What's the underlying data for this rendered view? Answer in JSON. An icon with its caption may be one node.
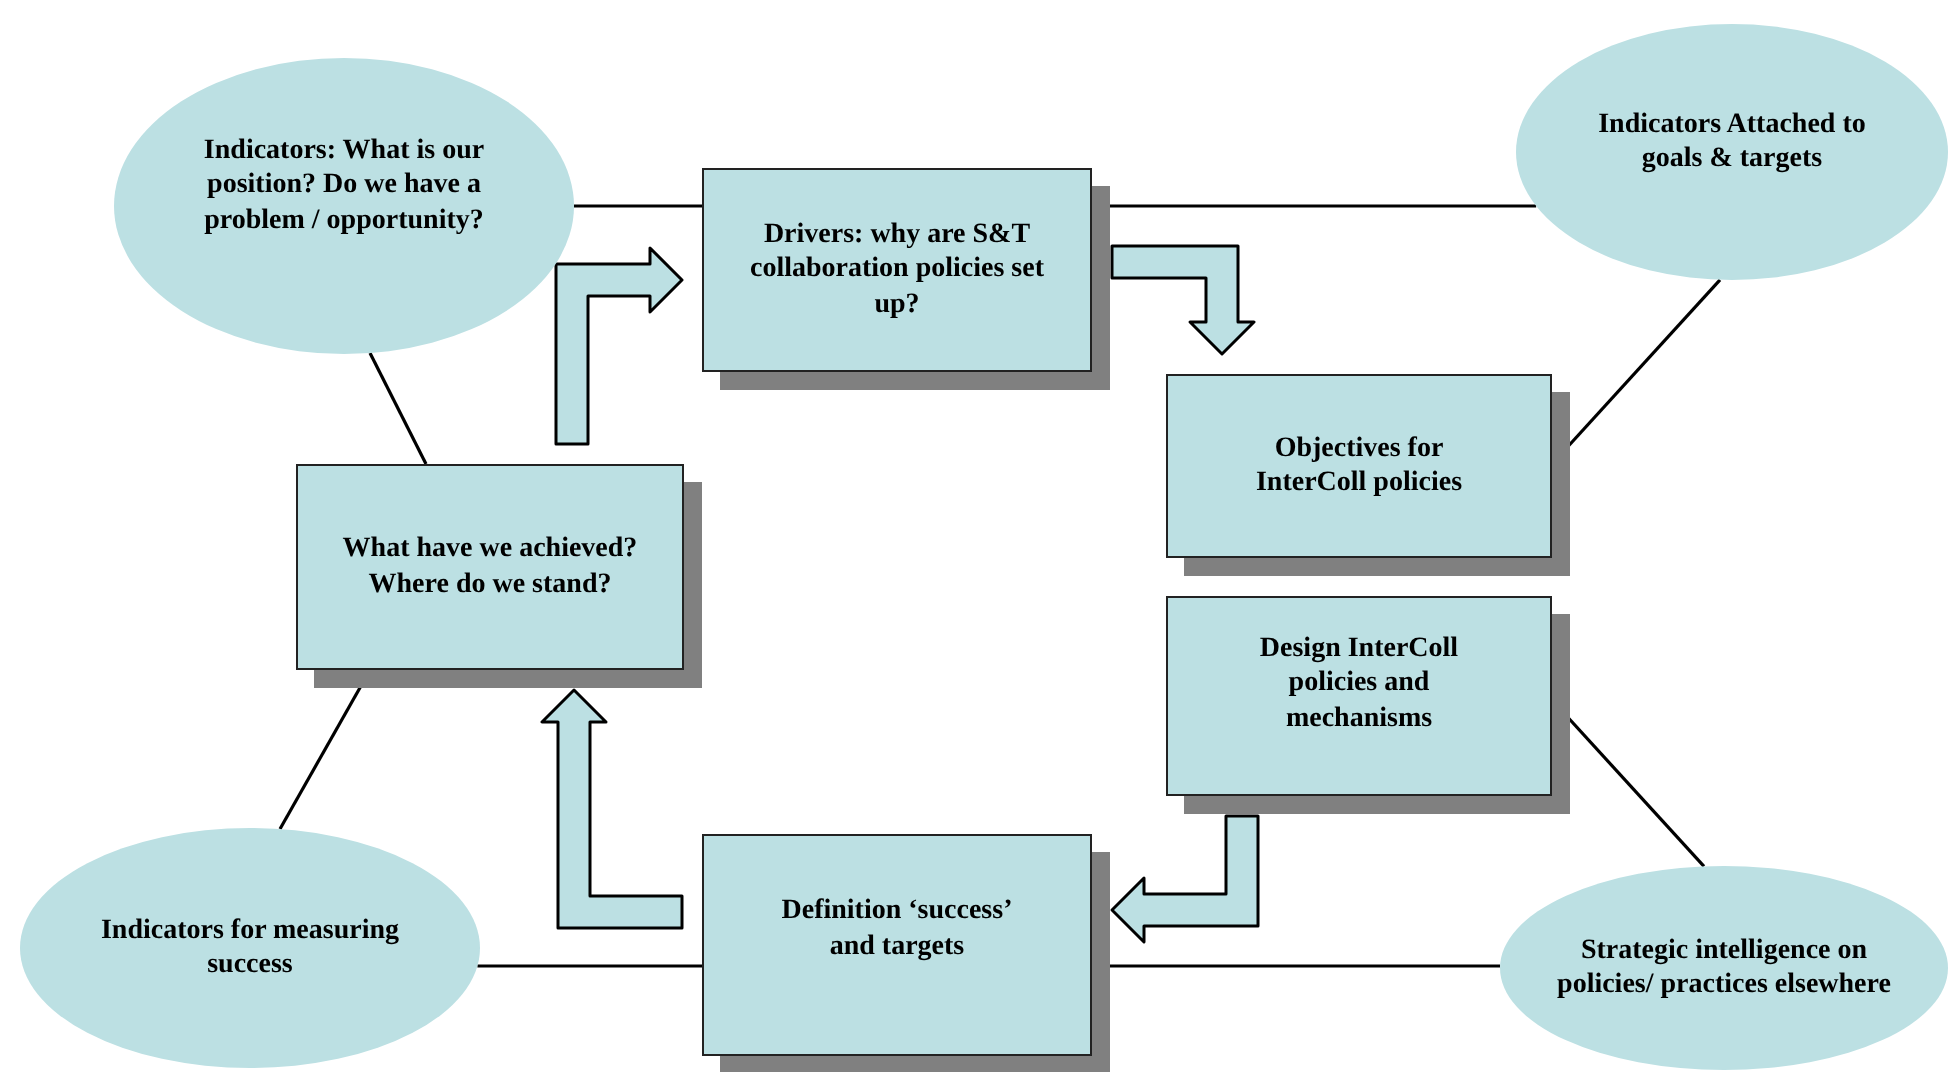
{
  "diagram": {
    "nodes": [
      {
        "text": [
          "Indicators: What is our position? Do we have a problem / opportunity?"
        ]
      },
      {
        "text": [
          "Drivers: why are S&T collaboration policies set up?"
        ]
      },
      {
        "text": [
          "Indicators Attached to goals & targets"
        ]
      },
      {
        "text": [
          "Objectives for InterColl policies"
        ]
      },
      {
        "text": [
          "What have we achieved? Where do we stand?"
        ]
      },
      {
        "text": [
          "Design InterColl policies and mechanisms"
        ]
      },
      {
        "text": [
          "Indicators for measuring success"
        ]
      },
      {
        "text": [
          "Definition ‘success’ and targets"
        ]
      },
      {
        "text": [
          "Strategic intelligence on policies/ practices elsewhere"
        ]
      }
    ],
    "edges": [
      {
        "from": 0,
        "to": 1,
        "arrow": "none"
      },
      {
        "from": 1,
        "to": 2,
        "arrow": "none"
      },
      {
        "from": 2,
        "to": 3,
        "arrow": "none"
      },
      {
        "from": 0,
        "to": 4,
        "arrow": "none"
      },
      {
        "from": 4,
        "to": 6,
        "arrow": "none"
      },
      {
        "from": 6,
        "to": 7,
        "arrow": "none"
      },
      {
        "from": 7,
        "to": 8,
        "arrow": "none"
      },
      {
        "from": 5,
        "to": 8,
        "arrow": "none"
      },
      {
        "from": 4,
        "to": 1,
        "arrow": "to",
        "style": "thick"
      },
      {
        "from": 1,
        "to": 3,
        "arrow": "to",
        "style": "thick"
      },
      {
        "from": 5,
        "to": 7,
        "arrow": "to",
        "style": "thick"
      },
      {
        "from": 7,
        "to": 4,
        "arrow": "to",
        "style": "thick"
      }
    ]
  }
}
